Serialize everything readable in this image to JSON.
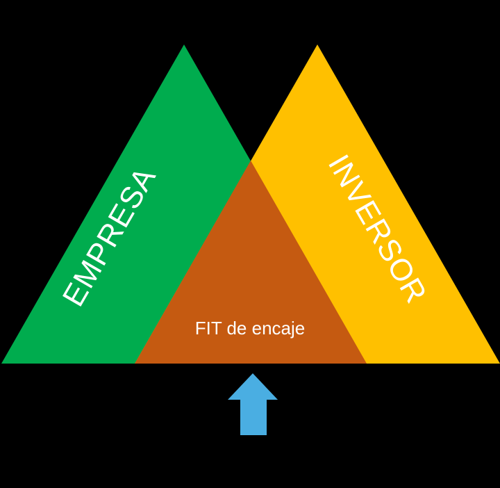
{
  "diagram": {
    "left_triangle": {
      "label": "EMPRESA",
      "color": "#00AC4E"
    },
    "right_triangle": {
      "label": "INVERSOR",
      "color": "#FFC000"
    },
    "overlap": {
      "label": "FIT de encaje",
      "color": "#C55A11"
    },
    "arrow": {
      "color": "#4AAEE2",
      "direction": "up"
    },
    "background": "#000000"
  }
}
